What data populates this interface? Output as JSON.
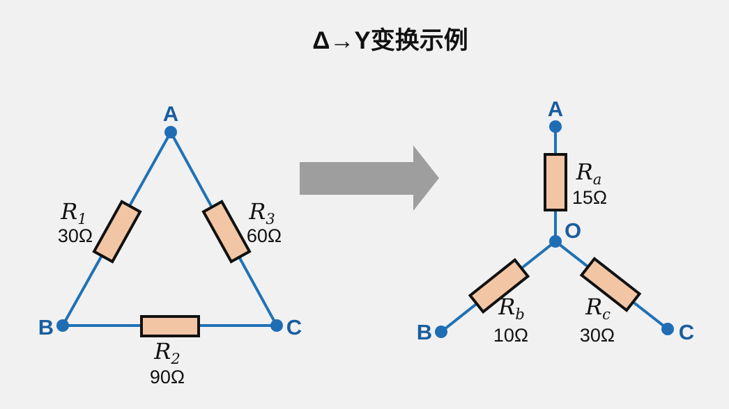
{
  "title": "Δ→Y变换示例",
  "colors": {
    "background": "#f1f1f2",
    "wire": "#1f72b5",
    "node_fill": "#1f6eb4",
    "node_label": "#1a5d9e",
    "resistor_fill": "#f2c5a5",
    "resistor_border": "#111111",
    "arrow": "#9e9e9e",
    "text": "#111111"
  },
  "delta": {
    "nodes": {
      "a": "A",
      "b": "B",
      "c": "C"
    },
    "resistors": {
      "r1": {
        "symbol": "R",
        "sub": "1",
        "value": "30Ω"
      },
      "r2": {
        "symbol": "R",
        "sub": "2",
        "value": "90Ω"
      },
      "r3": {
        "symbol": "R",
        "sub": "3",
        "value": "60Ω"
      }
    }
  },
  "wye": {
    "nodes": {
      "a": "A",
      "b": "B",
      "c": "C",
      "o": "O"
    },
    "resistors": {
      "ra": {
        "symbol": "R",
        "sub": "a",
        "value": "15Ω"
      },
      "rb": {
        "symbol": "R",
        "sub": "b",
        "value": "10Ω"
      },
      "rc": {
        "symbol": "R",
        "sub": "c",
        "value": "30Ω"
      }
    }
  }
}
